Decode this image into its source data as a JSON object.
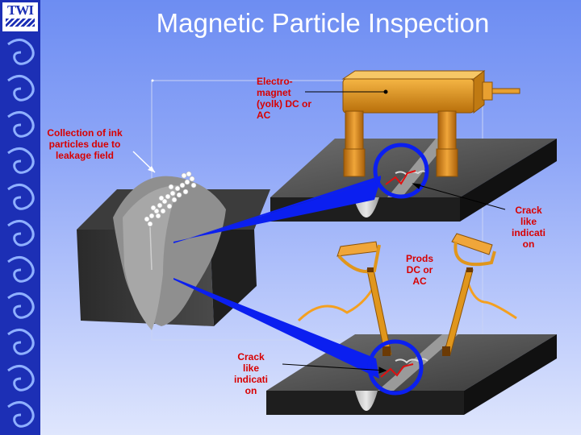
{
  "logo": {
    "text": "TWI"
  },
  "title": "Magnetic Particle Inspection",
  "labels": {
    "electromagnet": "Electro-\nmagnet\n(yolk) DC or\nAC",
    "collection": "Collection of ink\nparticles due to\nleakage field",
    "crack_top": "Crack\nlike\nindicati\non",
    "prods": "Prods\nDC or\nAC",
    "crack_bottom": "Crack\nlike\nindicati\non"
  },
  "colors": {
    "sidebar": "#1c2fb5",
    "label_red": "#d80000",
    "yoke_orange": "#e0961c",
    "highlight_blue": "#0b1ff0",
    "plate_dark": "#2d2d2d",
    "crack_red": "#e01010",
    "cable_orange": "#f4a020"
  }
}
